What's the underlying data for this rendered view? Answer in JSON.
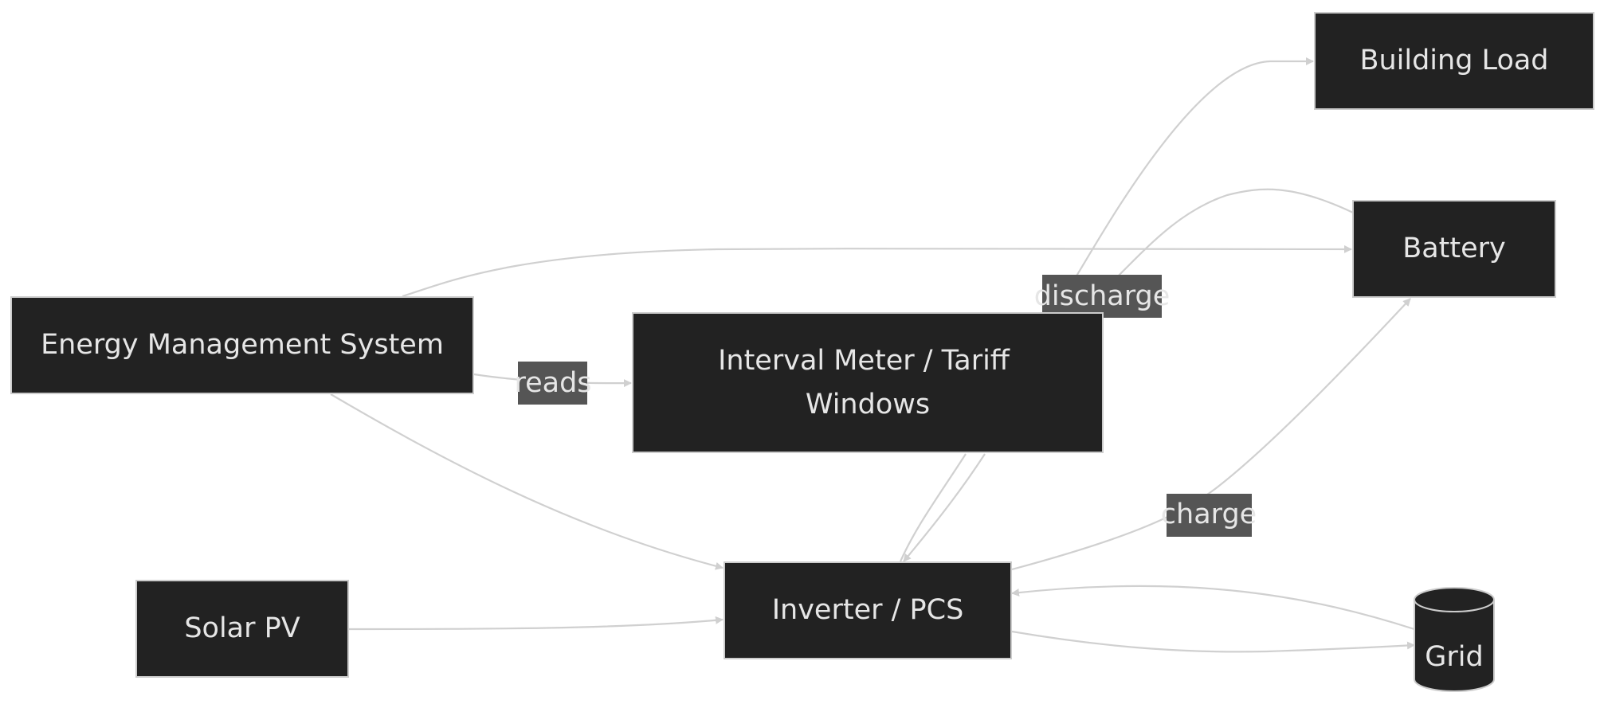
{
  "diagram": {
    "nodes": {
      "ems": "Energy Management System",
      "meter_line1": "Interval Meter / Tariff",
      "meter_line2": "Windows",
      "building": "Building Load",
      "battery": "Battery",
      "solar": "Solar PV",
      "inverter": "Inverter / PCS",
      "grid": "Grid"
    },
    "edge_labels": {
      "reads": "reads",
      "discharge": "discharge",
      "charge": "charge"
    },
    "colors": {
      "node_fill": "#222222",
      "node_border": "#cccccc",
      "text": "#e6e6e6",
      "edge": "#d0d0d0",
      "label_bg": "#555555"
    }
  }
}
